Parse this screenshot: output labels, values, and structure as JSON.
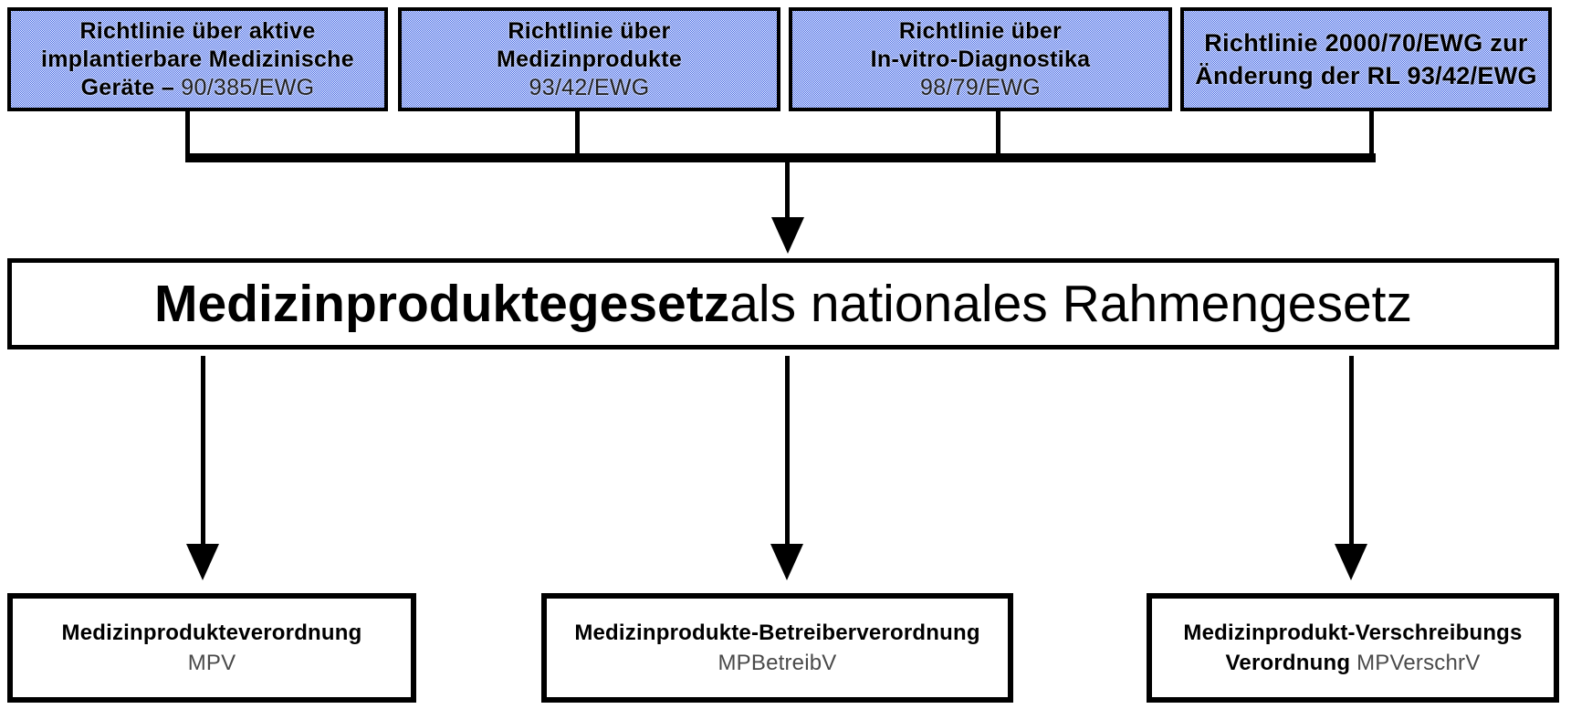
{
  "colors": {
    "canvas_background": "#FFFFFF",
    "directive_box_dither_blue": "#4467E4",
    "directive_box_dither_light": "#F0F4FE",
    "border_and_lines": "#000000",
    "bold_text": "#000000",
    "secondary_text": "#4A4A4A"
  },
  "top_boxes": [
    {
      "line1": "Richtlinie über aktive",
      "line2": "implantierbare Medizinische",
      "line3_bold": "Geräte –",
      "line3_code": "90/385/EWG"
    },
    {
      "line1": "Richtlinie über",
      "line2": "Medizinprodukte",
      "line3_code": "93/42/EWG"
    },
    {
      "line1": "Richtlinie über",
      "line2": "In-vitro-Diagnostika",
      "line3_code": "98/79/EWG"
    },
    {
      "line1": "Richtlinie 2000/70/EWG zur",
      "line2": "Änderung der RL 93/42/EWG"
    }
  ],
  "main_box": {
    "bold": "Medizinproduktegesetz",
    "regular": " als nationales Rahmengesetz"
  },
  "bottom_boxes": [
    {
      "line1_bold": "Medizinprodukteverordnung",
      "line2_regular": "MPV"
    },
    {
      "line1_bold": "Medizinprodukte-Betreiberverordnung",
      "line2_regular": "MPBetreibV"
    },
    {
      "line1_bold": "Medizinprodukt-Verschreibungs",
      "line2_bold": "Verordnung",
      "line2_regular": "MPVerschrV"
    }
  ]
}
